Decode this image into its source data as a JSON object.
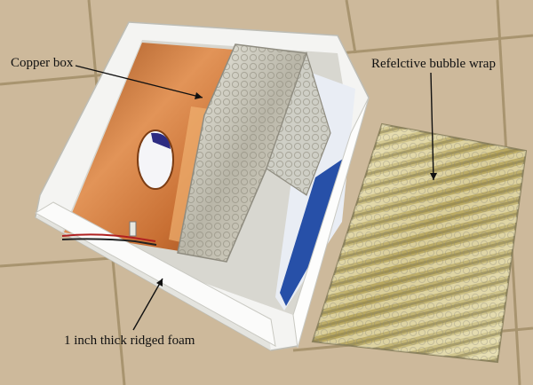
{
  "annotations": {
    "copper_box": "Copper box",
    "bubble_wrap": "Refelctive bubble wrap",
    "foam": "1 inch thick ridged foam"
  },
  "colors": {
    "tile": "#cdb99b",
    "grout": "#a8946f",
    "foam": "#f4f4f2",
    "copper": "#c8763a",
    "foil": "#d8d8cf",
    "foil_gold": "#c9b975",
    "label_blue": "#2750a8"
  }
}
